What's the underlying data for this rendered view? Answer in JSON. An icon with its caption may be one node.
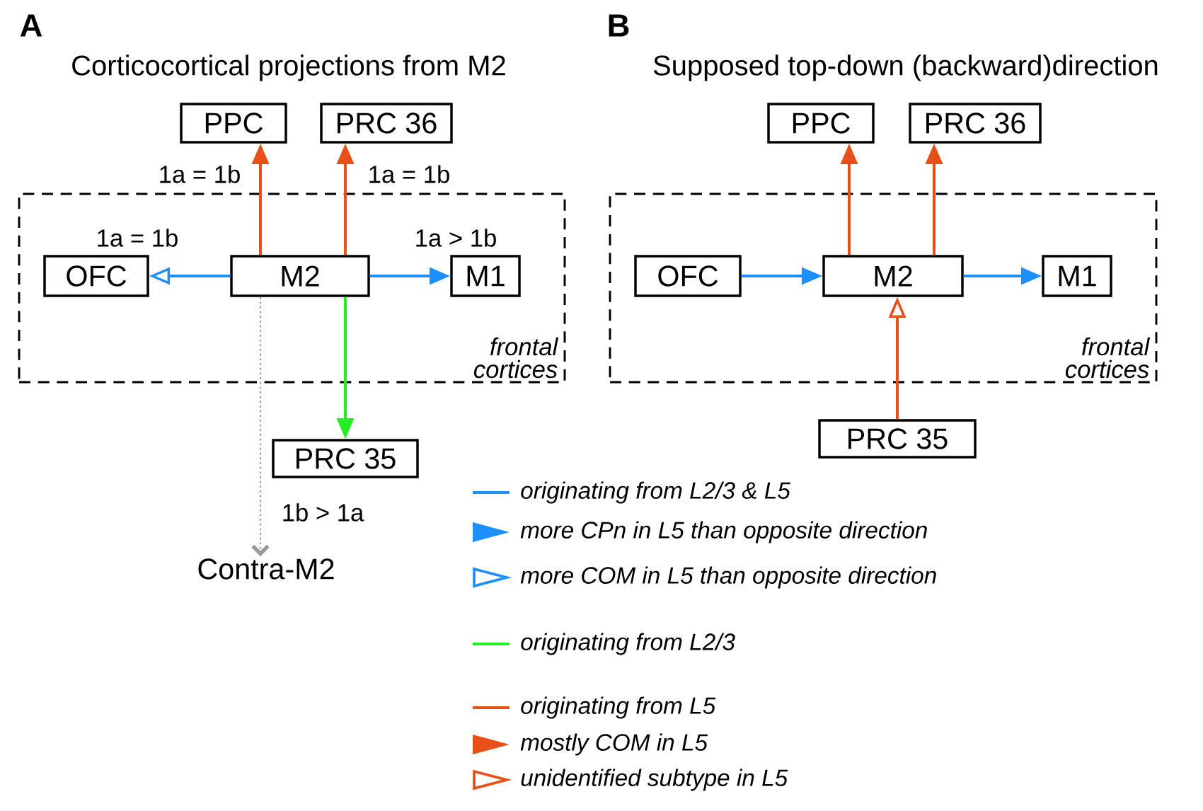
{
  "diagram": {
    "nodes": [
      {
        "text": [
          "frontal cortices"
        ]
      },
      {
        "text": [
          "PPC"
        ]
      },
      {
        "text": [
          "PRC 36"
        ]
      },
      {
        "text": [
          "OFC"
        ],
        "in": 0
      },
      {
        "text": [
          "M2"
        ],
        "in": 0
      },
      {
        "text": [
          "M1"
        ],
        "in": 0
      },
      {
        "text": [
          "PRC 35"
        ]
      },
      {
        "text": [
          "Contra-M2"
        ]
      },
      {
        "text": [
          "frontal cortices"
        ]
      },
      {
        "text": [
          "PPC"
        ]
      },
      {
        "text": [
          "PRC 36"
        ]
      },
      {
        "text": [
          "OFC"
        ],
        "in": 8
      },
      {
        "text": [
          "M2"
        ],
        "in": 8
      },
      {
        "text": [
          "M1"
        ],
        "in": 8
      },
      {
        "text": [
          "PRC 35"
        ]
      }
    ],
    "edges": [
      {
        "from": 4,
        "to": 1,
        "arrow": "to",
        "label": "1a = 1b"
      },
      {
        "from": 4,
        "to": 2,
        "arrow": "to",
        "label": "1a = 1b"
      },
      {
        "from": 4,
        "to": 3,
        "arrow": "to",
        "label": "1a = 1b",
        "color": "#1e8fff"
      },
      {
        "from": 4,
        "to": 5,
        "arrow": "to",
        "label": "1a > 1b",
        "color": "#1e8fff"
      },
      {
        "from": 4,
        "to": 6,
        "arrow": "to",
        "color": "#22ee22"
      },
      {
        "from": 4,
        "to": 7,
        "arrow": "to",
        "label": "1b > 1a",
        "color": "#999999",
        "style": "dashed"
      },
      {
        "from": 12,
        "to": 9,
        "arrow": "to"
      },
      {
        "from": 12,
        "to": 10,
        "arrow": "to"
      },
      {
        "from": 11,
        "to": 12,
        "arrow": "to",
        "color": "#1e8fff"
      },
      {
        "from": 12,
        "to": 13,
        "arrow": "to",
        "color": "#1e8fff"
      },
      {
        "from": 14,
        "to": 12,
        "arrow": "to"
      }
    ],
    "labels": [
      "A",
      "Corticocortical projections from M2",
      "B",
      "Supposed top-down (backward)direction"
    ],
    "legend": [
      {
        "text": "originating from L2/3 & L5"
      },
      {
        "text": "more CPn in L5 than opposite direction"
      },
      {
        "text": "more COM in L5 than opposite direction"
      },
      {
        "text": "originating from L2/3"
      },
      {
        "text": "originating from L5"
      },
      {
        "text": "mostly COM in L5"
      },
      {
        "text": "unidentified subtype in L5"
      }
    ]
  }
}
